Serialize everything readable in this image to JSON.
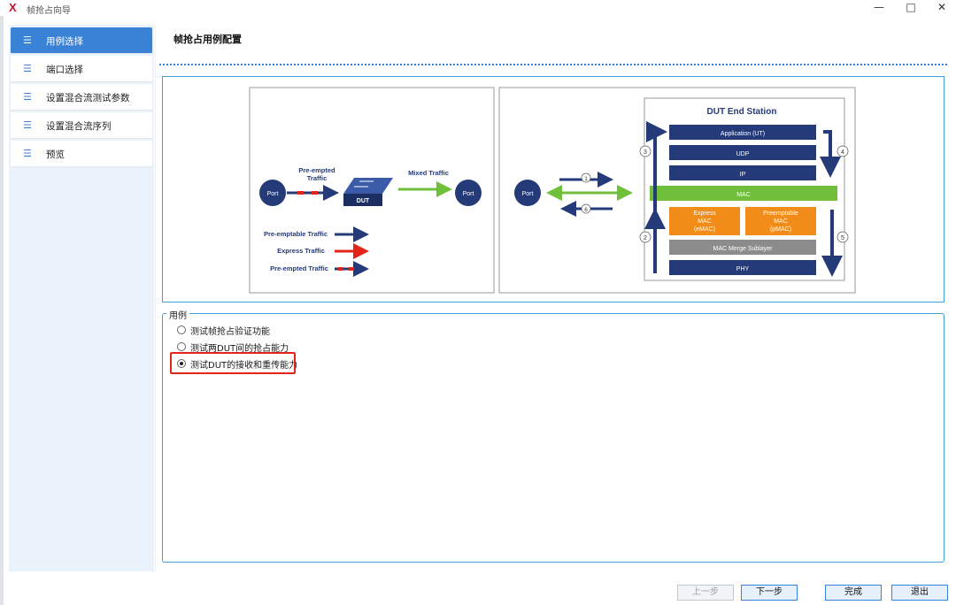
{
  "window": {
    "title": "帧抢占向导",
    "logo": "X"
  },
  "sidebar": {
    "items": [
      {
        "label": "用例选择",
        "icon": "list-icon"
      },
      {
        "label": "端口选择",
        "icon": "list-icon"
      },
      {
        "label": "设置混合流测试参数",
        "icon": "list-icon"
      },
      {
        "label": "设置混合流序列",
        "icon": "list-icon"
      },
      {
        "label": "预览",
        "icon": "list-icon"
      }
    ]
  },
  "page": {
    "title": "帧抢占用例配置"
  },
  "diagram": {
    "left": {
      "port_left": "Port",
      "port_right": "Port",
      "dut": "DUT",
      "preempted_label_1": "Pre-empted",
      "preempted_label_2": "Traffic",
      "mixed_label": "Mixed Traffic",
      "legend": [
        "Pre-emptable Traffic",
        "Express Traffic",
        "Pre-empted Traffic"
      ]
    },
    "right": {
      "port": "Port",
      "station_title": "DUT End Station",
      "layers": {
        "application": "Application (UT)",
        "udp": "UDP",
        "ip": "IP",
        "mac": "MAC",
        "emac_1": "Express",
        "emac_2": "MAC",
        "emac_3": "(eMAC)",
        "pmac_1": "Preemptable",
        "pmac_2": "MAC",
        "pmac_3": "(pMAC)",
        "merge": "MAC Merge Sublayer",
        "phy": "PHY"
      },
      "steps": [
        "1",
        "2",
        "3",
        "4",
        "5",
        "6"
      ]
    }
  },
  "usecase": {
    "legend": "用例",
    "options": [
      {
        "label": "测试帧抢占验证功能",
        "checked": false
      },
      {
        "label": "测试两DUT间的抢占能力",
        "checked": false
      },
      {
        "label": "测试DUT的接收和重传能力",
        "checked": true
      }
    ]
  },
  "buttons": {
    "prev": "上一步",
    "next": "下一步",
    "finish": "完成",
    "exit": "退出"
  },
  "colors": {
    "accent": "#3a82d6",
    "navy": "#253a78",
    "green": "#6fbf3a",
    "orange": "#f28c18",
    "highlight": "#e1251b"
  }
}
